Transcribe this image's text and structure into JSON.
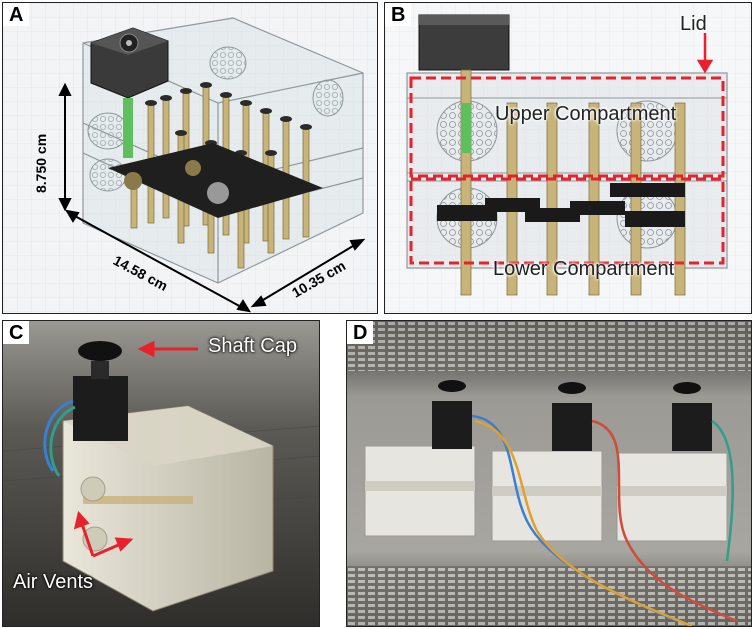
{
  "panels": {
    "a": {
      "tag": "A",
      "dims": {
        "height": "8.750 cm",
        "length": "14.58 cm",
        "width": "10.35 cm"
      }
    },
    "b": {
      "tag": "B",
      "labels": {
        "lid": "Lid",
        "upper": "Upper Compartment",
        "lower": "Lower Compartment"
      }
    },
    "c": {
      "tag": "C",
      "labels": {
        "shaft_cap": "Shaft Cap",
        "air_vents": "Air Vents"
      }
    },
    "d": {
      "tag": "D"
    }
  },
  "colors": {
    "annotation": "#e8212a",
    "shaft_brass": "#c8b47a",
    "motor": "#2b2b2b",
    "gear": "#1a1a1a",
    "highlight_shaft": "#5fbf5f"
  }
}
